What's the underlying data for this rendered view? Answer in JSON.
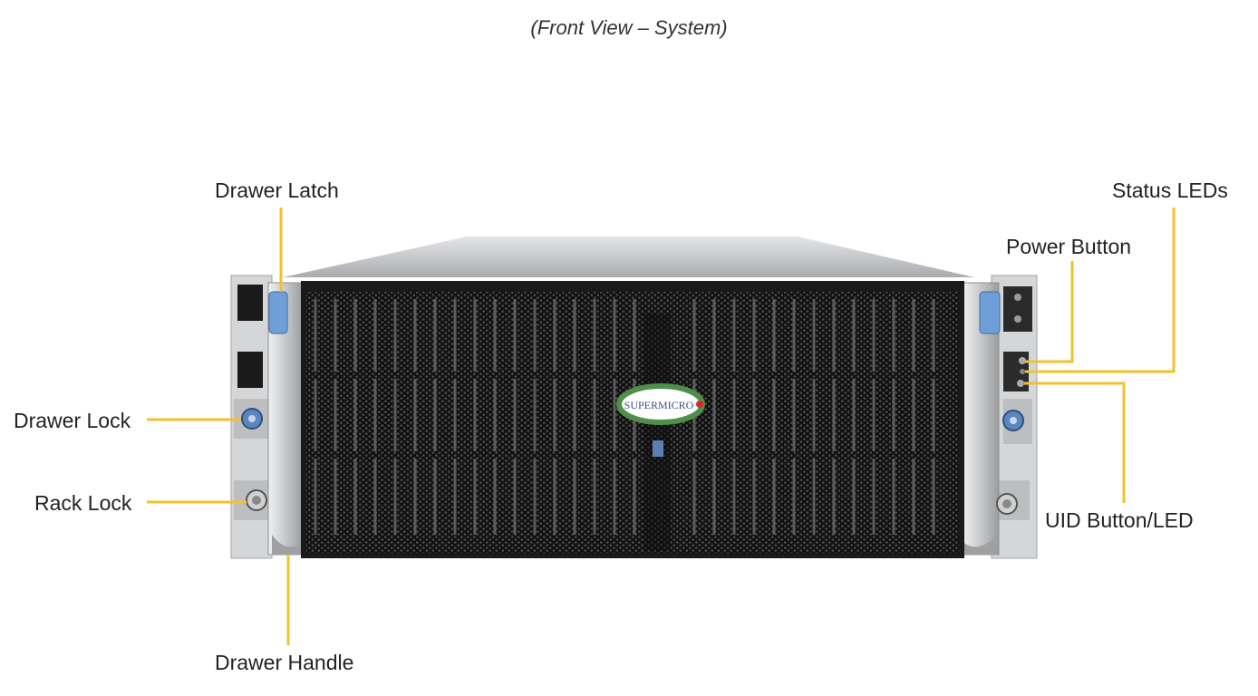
{
  "caption": "(Front View – System)",
  "callouts": {
    "drawer_latch": "Drawer Latch",
    "status_leds": "Status LEDs",
    "power_button": "Power Button",
    "drawer_lock": "Drawer Lock",
    "rack_lock": "Rack Lock",
    "uid_button_led": "UID Button/LED",
    "drawer_handle": "Drawer Handle"
  },
  "logo": {
    "text": "SUPERMICRO"
  },
  "colors": {
    "callout_line": "#f2c12e",
    "latch_blue": "#6f9fd8",
    "chassis_silver": "#c9cbcd",
    "mesh_dark": "#1c1c1c",
    "logo_green": "#4f8f4a",
    "logo_red": "#d9262b"
  }
}
